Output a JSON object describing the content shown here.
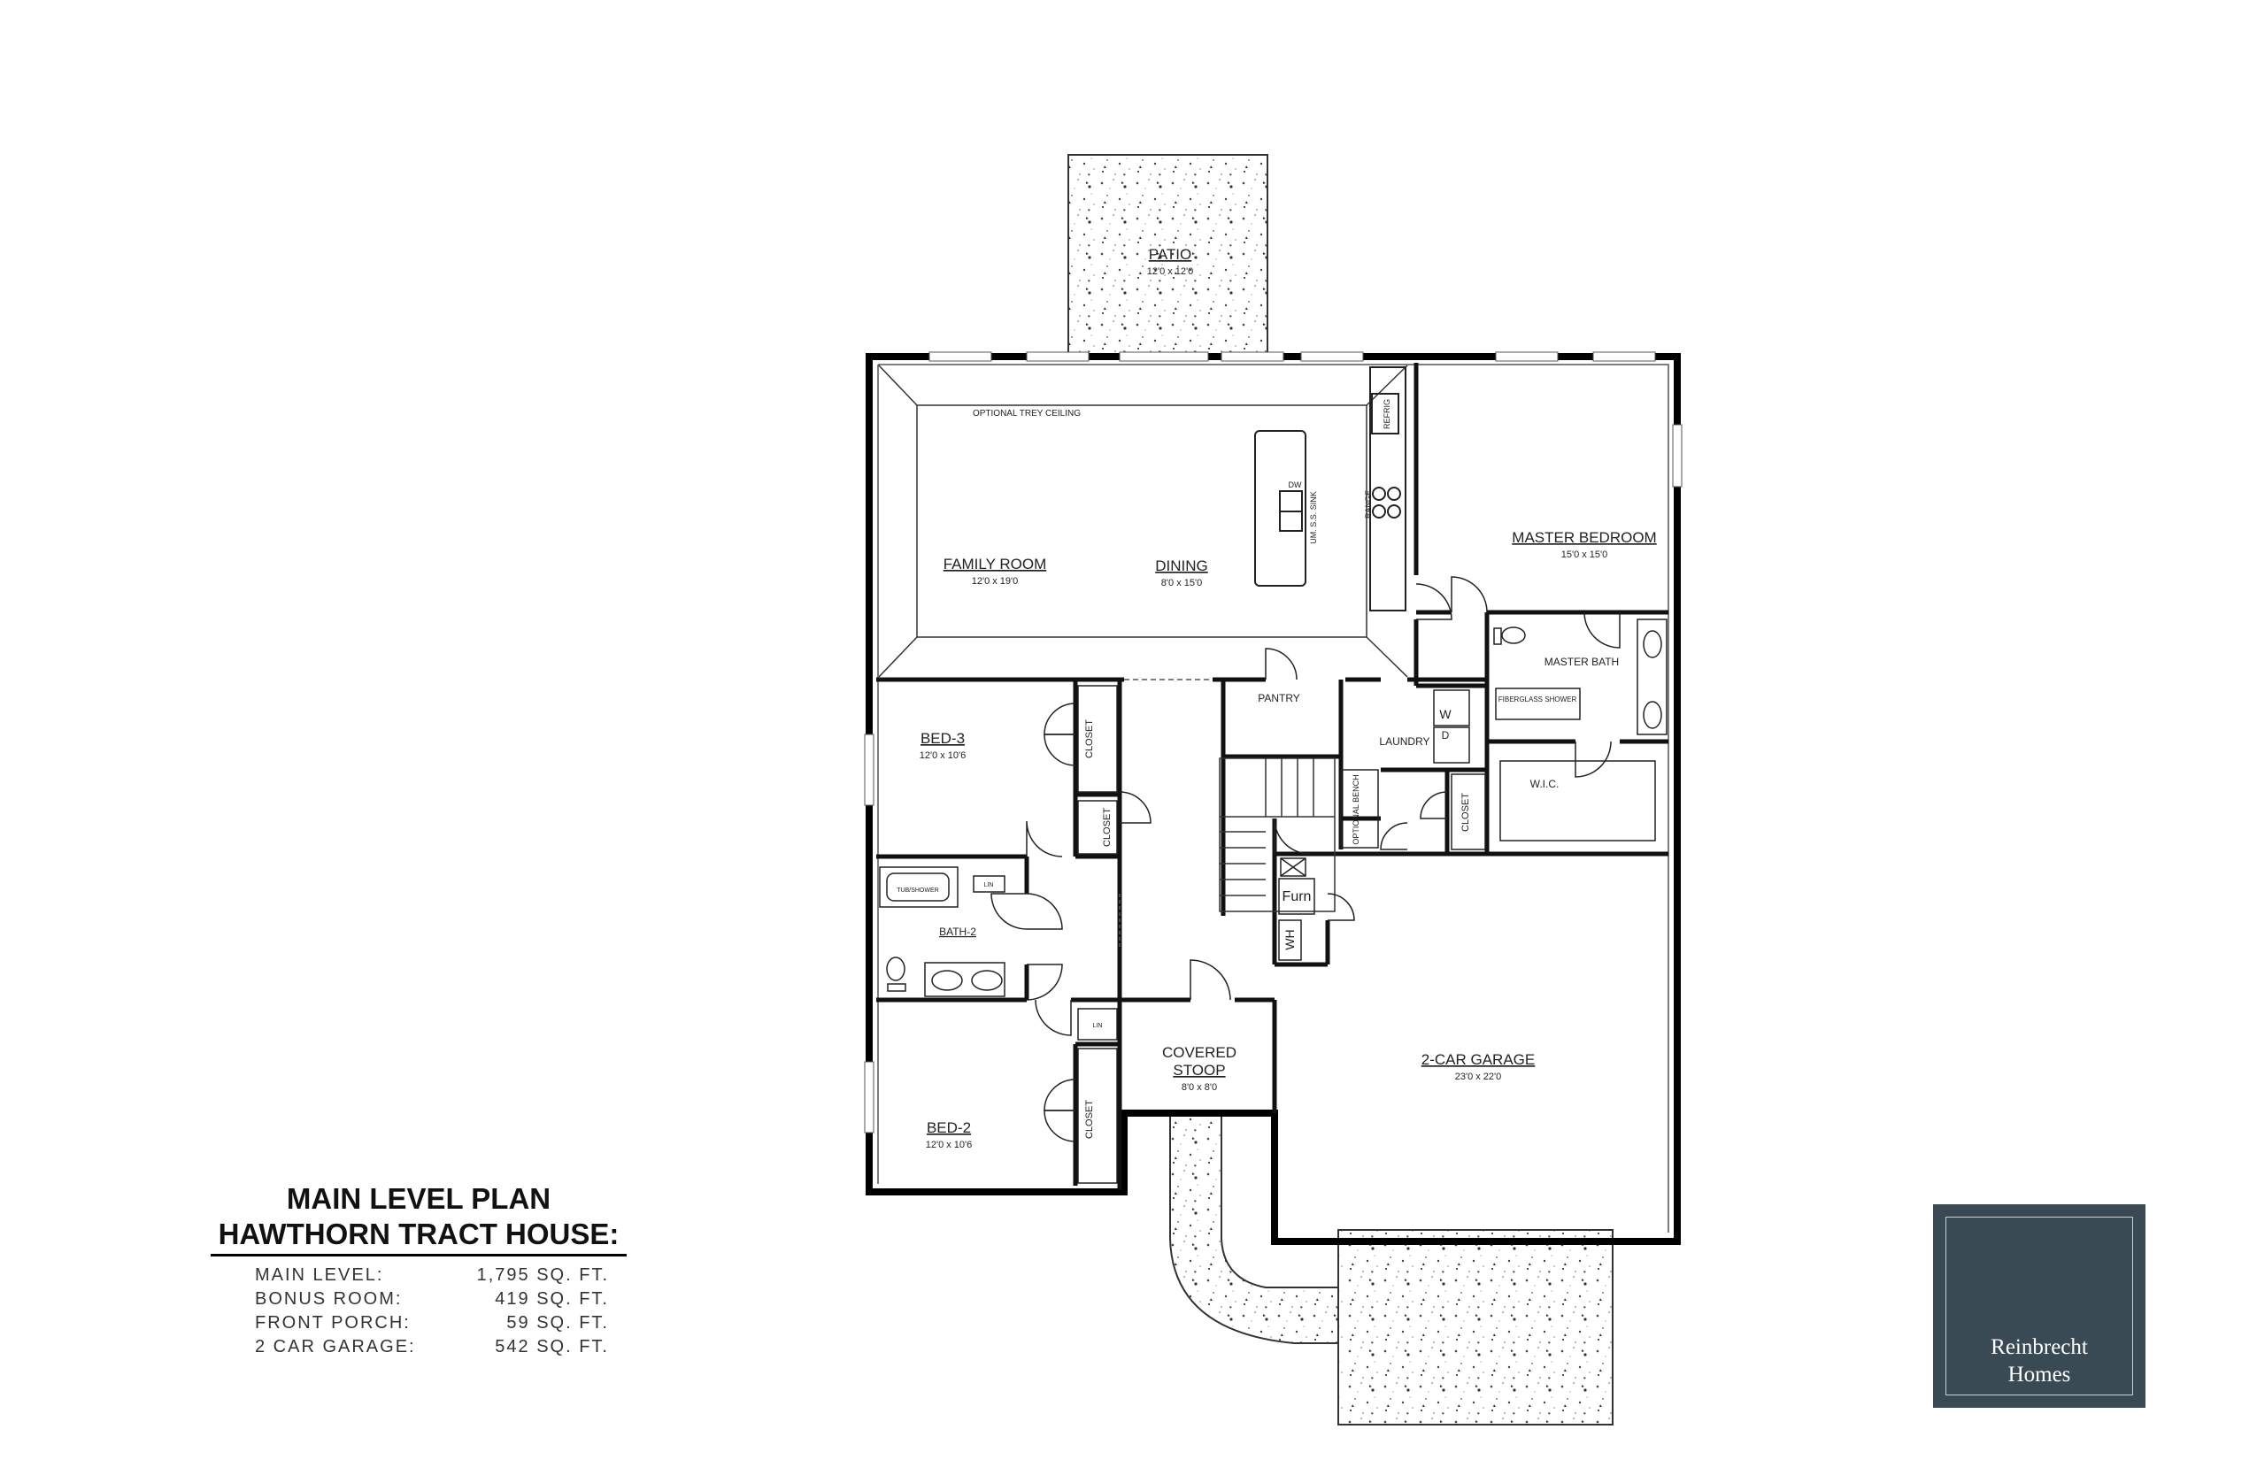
{
  "rooms": {
    "patio": {
      "name": "PATIO",
      "dims": "12'0 x 12'0"
    },
    "trey": "OPTIONAL TREY CEILING",
    "family_room": {
      "name": "FAMILY ROOM",
      "dims": "12'0 x 19'0"
    },
    "dining": {
      "name": "DINING",
      "dims": "8'0 x 15'0"
    },
    "master_bedroom": {
      "name": "MASTER BEDROOM",
      "dims": "15'0 x 15'0"
    },
    "master_bath": "MASTER BATH",
    "pantry": "PANTRY",
    "laundry": "LAUNDRY",
    "wic": "W.I.C.",
    "bed3": {
      "name": "BED-3",
      "dims": "12'0 x 10'6"
    },
    "bed2": {
      "name": "BED-2",
      "dims": "12'0 x 10'6"
    },
    "bath2": "BATH-2",
    "covered_stoop": {
      "line1": "COVERED",
      "line2": "STOOP",
      "dims": "8'0 x 8'0"
    },
    "garage": {
      "name": "2-CAR GARAGE",
      "dims": "23'0 x 22'0"
    }
  },
  "fixtures": {
    "closet": "CLOSET",
    "refrig": "REFRIG",
    "range": "RANGE",
    "dw": "DW",
    "sink": "UM. S.S. SINK",
    "washer": "W",
    "dryer": "D",
    "shower": "FIBERGLASS SHOWER",
    "bench": "OPTIONAL BENCH",
    "furn": "Furn",
    "wh": "WH",
    "tub": "TUB/SHOWER",
    "linen": "LIN"
  },
  "title_block": {
    "line1": "MAIN LEVEL PLAN",
    "line2": "HAWTHORN TRACT HOUSE:",
    "areas": [
      {
        "label": "MAIN LEVEL:",
        "value": "1,795 SQ. FT."
      },
      {
        "label": "BONUS ROOM:",
        "value": "419 SQ. FT."
      },
      {
        "label": "FRONT PORCH:",
        "value": "59 SQ. FT."
      },
      {
        "label": "2 CAR GARAGE:",
        "value": "542 SQ. FT."
      }
    ]
  },
  "logo": {
    "brand": "Reinbrecht",
    "sub": "Homes",
    "bg_color": "#3a4a55",
    "accent_color": "#e8603c"
  }
}
